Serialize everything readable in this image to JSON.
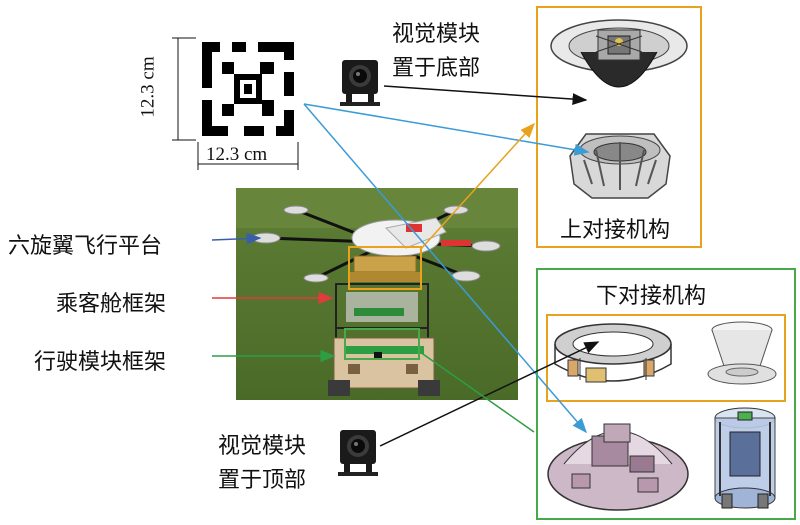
{
  "labels": {
    "vision_module_bottom": [
      "视觉模块",
      "置于底部"
    ],
    "vision_module_top": [
      "视觉模块",
      "置于顶部"
    ],
    "hexacopter_platform": "六旋翼飞行平台",
    "passenger_cabin_frame": "乘客舱框架",
    "driving_module_frame": "行驶模块框架",
    "upper_docking": "上对接机构",
    "lower_docking": "下对接机构"
  },
  "marker": {
    "height_label": "12.3 cm",
    "width_label": "12.3 cm"
  },
  "colors": {
    "upper_frame": "#e8a21c",
    "lower_frame": "#49a84a",
    "inner_frame": "#e8a21c",
    "arrow_blue_platform": "#3a5fa8",
    "arrow_red_cabin": "#e23b3b",
    "arrow_green_module": "#2e9e45",
    "arrow_black": "#111111",
    "arrow_cyan": "#3a9bd5",
    "arrow_orange": "#e8a21c"
  }
}
